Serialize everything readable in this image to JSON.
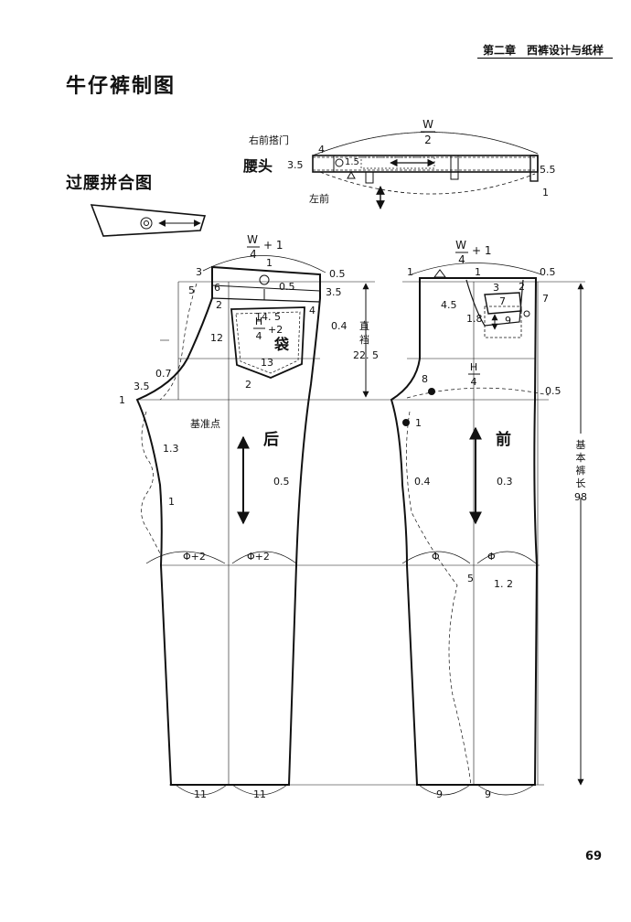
{
  "header": {
    "chapter": "第二章　西裤设计与纸样"
  },
  "title": "牛仔裤制图",
  "yoke_title": "过腰拼合图",
  "page_number": "69",
  "waistband": {
    "name": "腰头",
    "right_fly": "右前搭门",
    "left_front": "左前",
    "w_num": "W",
    "w_den": "2",
    "dims": {
      "d4": "4",
      "d35": "3.5",
      "d15": "1.5",
      "d55": "5.5",
      "d1": "1"
    }
  },
  "back": {
    "label": "后",
    "pocket": "袋",
    "base_point": "基准点",
    "w_num": "W",
    "w_den": "4",
    "w_plus": "+ 1",
    "h_num": "H",
    "h_den": "4",
    "h_plus": "+2",
    "phi_label": "Φ+2",
    "hem_label": "11",
    "dims": [
      "3",
      "5",
      "6",
      "1",
      "0.5",
      "0.5",
      "3.5",
      "2",
      "4",
      "14. 5",
      "0.4",
      "12",
      "13",
      "2",
      "0.7",
      "3.5",
      "1",
      "1.3",
      "1",
      "0.5"
    ]
  },
  "crotch_depth": {
    "label1": "直",
    "label2": "裆",
    "value": "22. 5"
  },
  "front": {
    "label": "前",
    "w_num": "W",
    "w_den": "4",
    "w_plus": "+ 1",
    "h_num": "H",
    "h_den": "4",
    "phi_label": "Φ",
    "hem_label": "9",
    "dims": [
      "1",
      "1",
      "0.5",
      "4.5",
      "3",
      "2",
      "7",
      "7",
      "1.8",
      "9",
      "8",
      "1",
      "0.5",
      "0.4",
      "0.3",
      "5",
      "1. 2"
    ]
  },
  "length": {
    "label": "基本裤长",
    "value": "98"
  }
}
